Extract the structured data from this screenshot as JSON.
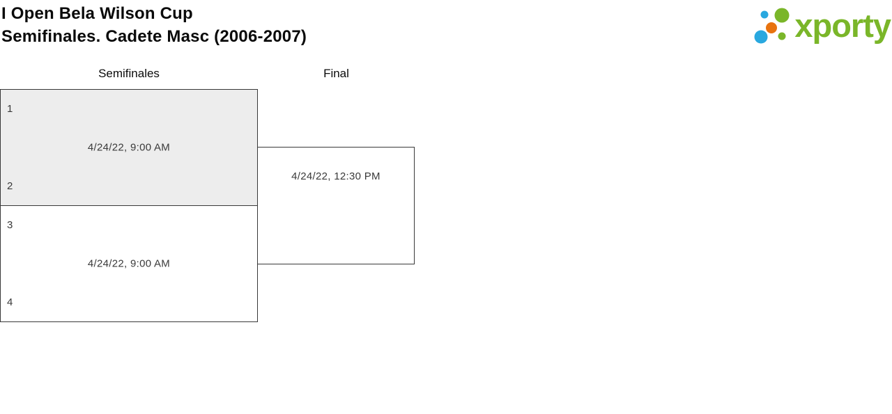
{
  "header": {
    "title_line1": "I Open Bela Wilson Cup",
    "title_line2": "Semifinales. Cadete Masc (2006-2007)"
  },
  "logo": {
    "text": "xporty",
    "colors": {
      "green": "#7ab629",
      "blue": "#29a8df",
      "orange": "#e8730f"
    }
  },
  "bracket": {
    "colors": {
      "highlight_fill": "#ededed",
      "border": "#383838"
    },
    "rounds": [
      {
        "label": "Semifinales",
        "matches": [
          {
            "seed_top": "1",
            "seed_bottom": "2",
            "datetime": "4/24/22, 9:00 AM"
          },
          {
            "seed_top": "3",
            "seed_bottom": "4",
            "datetime": "4/24/22, 9:00 AM"
          }
        ]
      },
      {
        "label": "Final",
        "matches": [
          {
            "datetime": "4/24/22, 12:30 PM"
          }
        ]
      }
    ]
  }
}
